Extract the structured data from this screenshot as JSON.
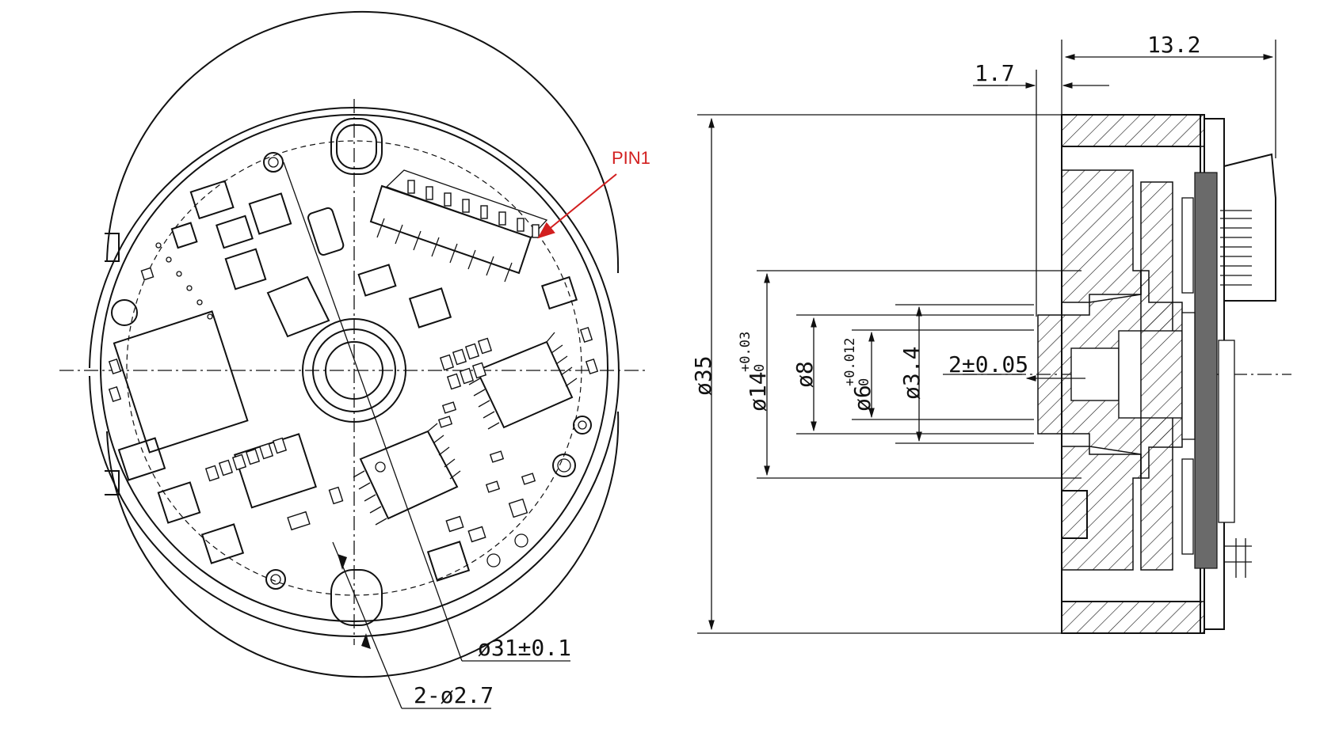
{
  "labels": {
    "pin1": "PIN1",
    "outer_diameter": "ø35",
    "bore_14": "ø14",
    "bore_14_tol_upper": "+0.03",
    "bore_14_tol_lower": "0",
    "bore_8": "ø8",
    "bore_6": "ø6",
    "bore_6_tol_upper": "+0.012",
    "bore_6_tol_lower": "0",
    "bore_3_4": "ø3.4",
    "gap": "2±0.05",
    "length_13_2": "13.2",
    "length_1_7": "1.7",
    "pitch_circle": "ø31±0.1",
    "mount_holes": "2-ø2.7"
  },
  "colors": {
    "line": "#111111",
    "pin_annotation": "#d21f1f",
    "background": "#ffffff"
  }
}
